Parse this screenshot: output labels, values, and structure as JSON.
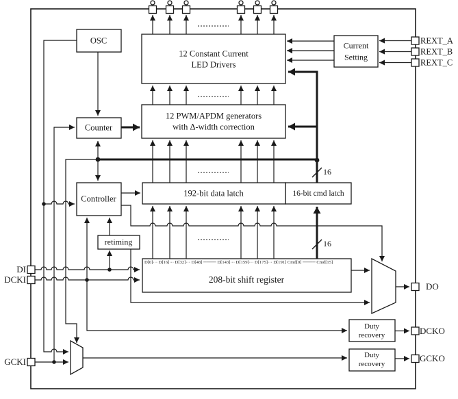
{
  "blocks": {
    "osc": "OSC",
    "led_line1": "12 Constant Current",
    "led_line2": "LED Drivers",
    "current_setting_line1": "Current",
    "current_setting_line2": "Setting",
    "counter": "Counter",
    "pwm_line1": "12 PWM/APDM generators",
    "pwm_line2": "with Δ-width correction",
    "controller": "Controller",
    "data_latch": "192-bit data latch",
    "cmd_latch": "16-bit cmd latch",
    "retiming": "retiming",
    "shift_register_bits": "D[0]··· D[16]··· D[32]··· D[48] ──── D[143]··· D[159]··· D[175]··· D[191] Cmd[0] ──── Cmd[15]",
    "shift_register": "208-bit shift register",
    "duty_recovery_1_line1": "Duty",
    "duty_recovery_1_line2": "recovery",
    "duty_recovery_2_line1": "Duty",
    "duty_recovery_2_line2": "recovery"
  },
  "pins": {
    "rext_a": "REXT_A",
    "rext_b": "REXT_B",
    "rext_c": "REXT_C",
    "di": "DI",
    "dcki": "DCKI",
    "gcki": "GCKI",
    "do": "DO",
    "dcko": "DCKO",
    "gcko": "GCKO"
  },
  "bus_labels": {
    "cmd_bus_upper": "16",
    "cmd_bus_lower": "16"
  },
  "colors": {
    "line": "#1a1a1a",
    "background": "#ffffff"
  }
}
